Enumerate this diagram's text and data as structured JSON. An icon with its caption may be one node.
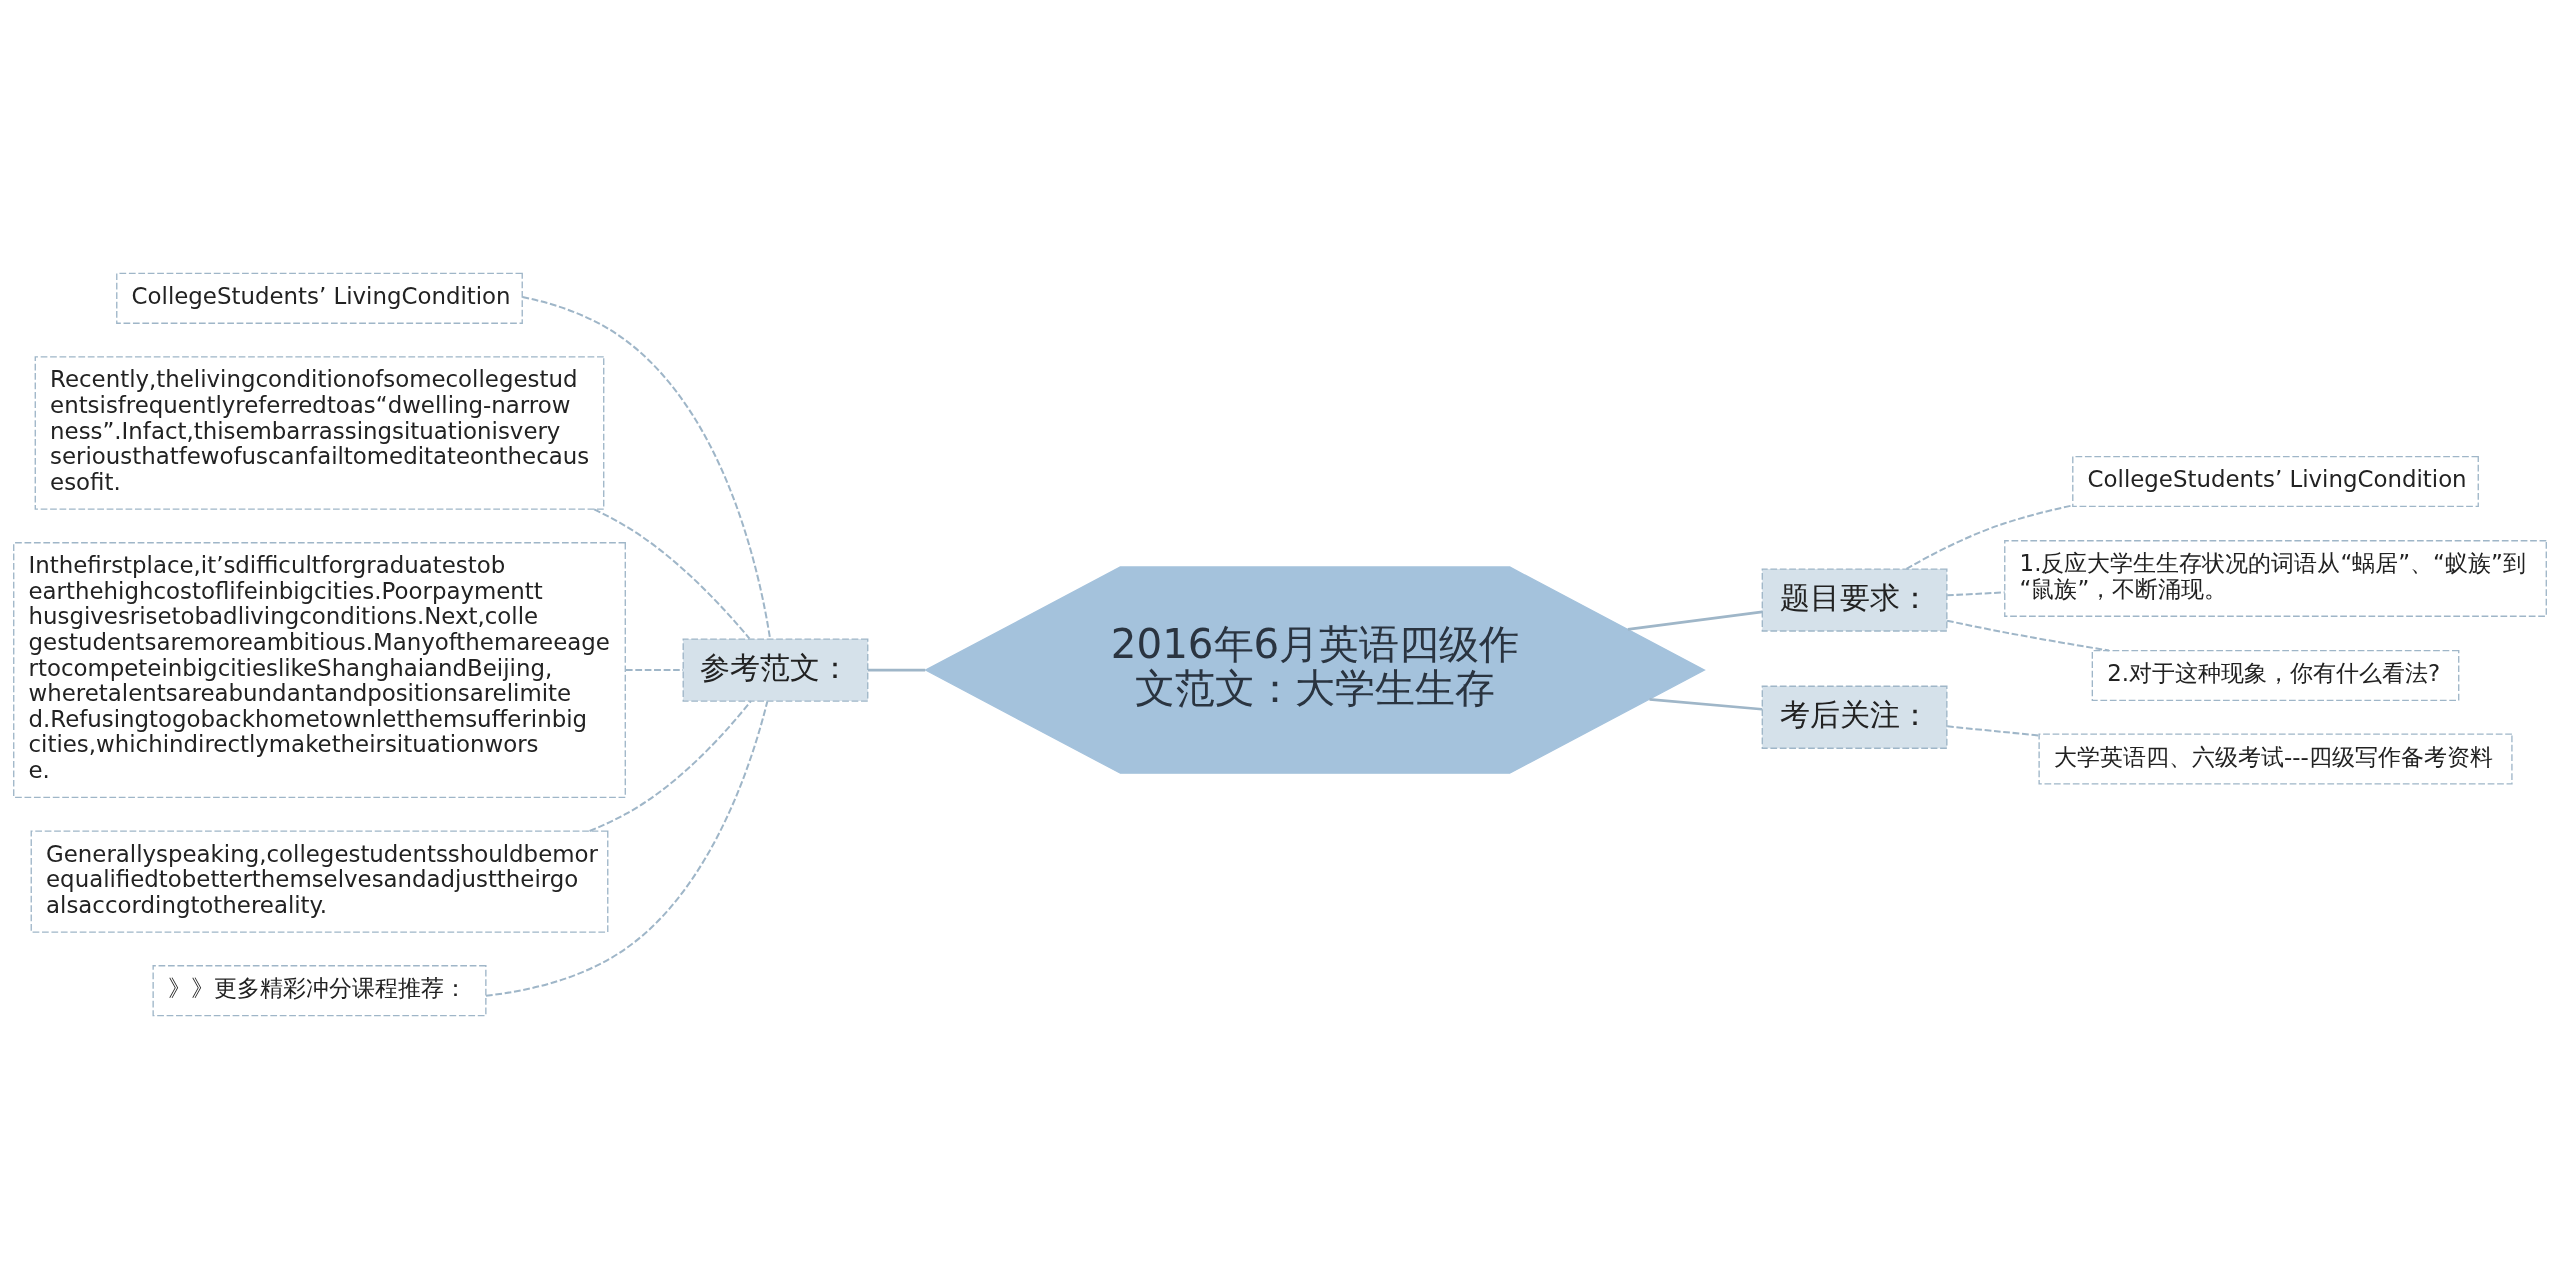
{
  "diagram": {
    "nodes": [
      {
        "text": [
          "2016年6月英语四级作文范文：大学生生存"
        ]
      },
      {
        "text": [
          "题目要求："
        ]
      },
      {
        "text": [
          "CollegeStudents’ LivingCondition"
        ]
      },
      {
        "text": [
          "1.反应大学生生存状况的词语从“蜗居”、“蚁族”到“鼠族”，不断涌现。"
        ]
      },
      {
        "text": [
          "2.对于这种现象，你有什么看法?"
        ]
      },
      {
        "text": [
          "考后关注："
        ]
      },
      {
        "text": [
          "大学英语四、六级考试---四级写作备考资料"
        ]
      },
      {
        "text": [
          "参考范文："
        ]
      },
      {
        "text": [
          "CollegeStudents’ LivingCondition"
        ]
      },
      {
        "text": [
          "Recently,thelivingconditionofsomecollegestudentsisfrequentlyreferredtoas“dwelling-narrowness”.Infact,thisembarrassingsituationisveryseriousthatfewofuscanfailtomeditateonthecausesofit."
        ]
      },
      {
        "text": [
          "Inthefirstplace,it’sdifficultforgraduatestobearthehighcostoflifeinbigcities.Poorpaymentthusgivesrisetobadlivingconditions.Next,collegestudentsaremoreambitious.ManyofthemareeagertocompeteinbigcitieslikeShanghaiandBeijing,wheretalentsareabundantandpositionsarelimited.Refusingtogobackhometownletthemsufferinbigcities,whichindirectlymaketheirsituationworse."
        ]
      },
      {
        "text": [
          "Generallyspeaking,collegestudentsshouldbemorequalifiedtobetterthemselvesandadjusttheirgoalsaccordingtothereality."
        ]
      },
      {
        "text": [
          "》》更多精彩冲分课程推荐："
        ]
      }
    ],
    "edges": [
      {
        "from": 0,
        "to": 1,
        "arrow": "none"
      },
      {
        "from": 1,
        "to": 2,
        "arrow": "none",
        "style": "dashed"
      },
      {
        "from": 1,
        "to": 3,
        "arrow": "none",
        "style": "dashed"
      },
      {
        "from": 1,
        "to": 4,
        "arrow": "none",
        "style": "dashed"
      },
      {
        "from": 0,
        "to": 5,
        "arrow": "none"
      },
      {
        "from": 5,
        "to": 6,
        "arrow": "none",
        "style": "dashed"
      },
      {
        "from": 0,
        "to": 7,
        "arrow": "none"
      },
      {
        "from": 7,
        "to": 8,
        "arrow": "none",
        "style": "dashed"
      },
      {
        "from": 7,
        "to": 9,
        "arrow": "none",
        "style": "dashed"
      },
      {
        "from": 7,
        "to": 10,
        "arrow": "none",
        "style": "dashed"
      },
      {
        "from": 7,
        "to": 11,
        "arrow": "none",
        "style": "dashed"
      },
      {
        "from": 7,
        "to": 12,
        "arrow": "none",
        "style": "dashed"
      }
    ]
  }
}
